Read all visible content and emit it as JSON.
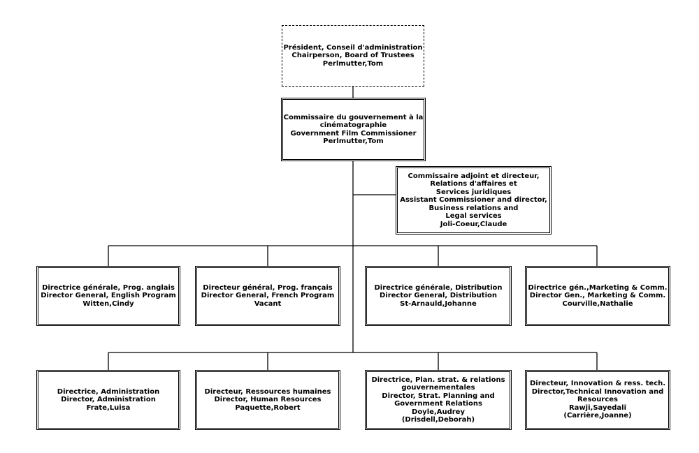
{
  "org_chart": {
    "board": {
      "lines": [
        "Président, Conseil d'administration",
        "Chairperson, Board of Trustees",
        "Perlmutter,Tom"
      ]
    },
    "commissioner": {
      "lines": [
        "Commissaire du gouvernement à la",
        "cinématographie",
        "Government Film Commissioner",
        "Perlmutter,Tom"
      ]
    },
    "assistant": {
      "lines": [
        "Commissaire adjoint et directeur,",
        "Relations d'affaires et",
        "Services juridiques",
        "Assistant Commissioner and director,",
        "Business relations and",
        "Legal services",
        "Joli-Coeur,Claude"
      ]
    },
    "row1": [
      {
        "lines": [
          "Directrice générale, Prog. anglais",
          "Director General, English Program",
          "Witten,Cindy"
        ]
      },
      {
        "lines": [
          "Directeur général, Prog. français",
          "Director General, French Program",
          "Vacant"
        ]
      },
      {
        "lines": [
          "Directrice générale, Distribution",
          "Director General, Distribution",
          "St-Arnauld,Johanne"
        ]
      },
      {
        "lines": [
          "Directrice gén.,Marketing & Comm.",
          "Director Gen., Marketing  & Comm.",
          "Courville,Nathalie"
        ]
      }
    ],
    "row2": [
      {
        "lines": [
          "Directrice, Administration",
          "Director, Administration",
          "Frate,Luisa"
        ]
      },
      {
        "lines": [
          "Directeur, Ressources humaines",
          "Director, Human Resources",
          "Paquette,Robert"
        ]
      },
      {
        "lines": [
          "Directrice, Plan. strat. & relations",
          "gouvernementales",
          "Director, Strat. Planning and",
          "Government Relations",
          "Doyle,Audrey",
          "(Drisdell,Deborah)"
        ]
      },
      {
        "lines": [
          "Directeur, Innovation & ress. tech.",
          "Director,Technical Innovation and",
          "Resources",
          "Rawji,Sayedali",
          "(Carrière,Joanne)"
        ]
      }
    ]
  }
}
